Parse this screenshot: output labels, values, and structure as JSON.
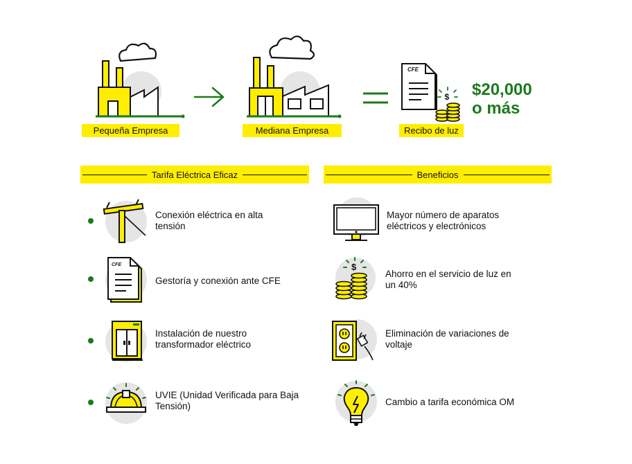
{
  "top": {
    "small_company": "Pequeña Empresa",
    "medium_company": "Mediana Empresa",
    "bill": "Recibo de luz",
    "price_line1": "$20,000",
    "price_line2": "o más",
    "cfe_label": "CFE"
  },
  "tarifa": {
    "title": "Tarifa Eléctrica Eficaz",
    "items": [
      {
        "text": "Conexión eléctrica en alta tensión",
        "icon": "utility-pole-icon"
      },
      {
        "text": "Gestoría y conexión ante CFE",
        "icon": "document-icon"
      },
      {
        "text": "Instalación de nuestro transformador eléctrico",
        "icon": "transformer-icon"
      },
      {
        "text": "UVIE (Unidad Verificada para Baja Tensión)",
        "icon": "hard-hat-icon"
      }
    ]
  },
  "beneficios": {
    "title": "Beneficios",
    "items": [
      {
        "text": "Mayor número de aparatos eléctricos y electrónicos",
        "icon": "monitor-icon"
      },
      {
        "text": "Ahorro en el servicio de luz en un 40%",
        "icon": "coins-icon"
      },
      {
        "text": "Eliminación de variaciones de voltaje",
        "icon": "outlet-icon"
      },
      {
        "text": "Cambio a tarifa económica OM",
        "icon": "lightbulb-icon"
      }
    ]
  },
  "colors": {
    "accent": "#ffee00",
    "green": "#1b7a1b",
    "circle": "#e5e5e5",
    "ink": "#111111"
  }
}
